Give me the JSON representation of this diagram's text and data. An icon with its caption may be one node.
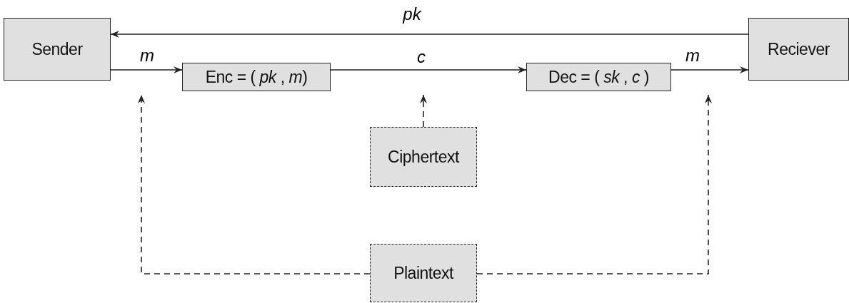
{
  "diagram": {
    "nodes": [
      {
        "text": [
          "Sender"
        ]
      },
      {
        "text": [
          "Enc = ( *pk* , *m*)"
        ]
      },
      {
        "text": [
          "Dec = ( *sk* , *c* )"
        ]
      },
      {
        "text": [
          "Reciever"
        ]
      },
      {
        "text": [
          "Ciphertext"
        ]
      },
      {
        "text": [
          "Plaintext"
        ]
      }
    ],
    "edges": [
      {
        "from": 3,
        "to": 0,
        "arrow": "to",
        "label": "pk"
      },
      {
        "from": 0,
        "to": 1,
        "arrow": "to",
        "label": "m"
      },
      {
        "from": 1,
        "to": 2,
        "arrow": "to",
        "label": "c"
      },
      {
        "from": 2,
        "to": 3,
        "arrow": "to",
        "label": "m"
      },
      {
        "from": 4,
        "to": null,
        "arrow": "to",
        "style": "dashed"
      },
      {
        "from": 5,
        "to": null,
        "arrow": "to",
        "style": "dashed"
      },
      {
        "from": 5,
        "to": null,
        "arrow": "to",
        "style": "dashed"
      }
    ]
  }
}
